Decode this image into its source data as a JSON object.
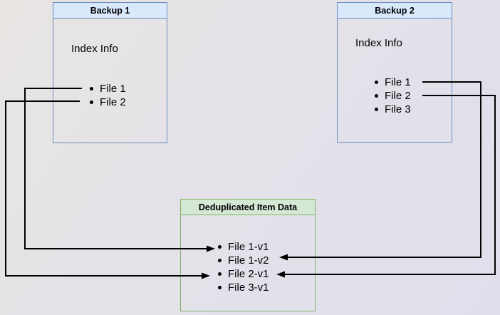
{
  "colors": {
    "background_top": "#e8e5e3",
    "background_bottom": "#dfdfec",
    "blue_border": "#6c8ebf",
    "blue_fill": "#dae8fc",
    "green_border": "#82b366",
    "green_fill": "#d5e8d4",
    "line": "#000000"
  },
  "backup1": {
    "title": "Backup 1",
    "section_label": "Index Info",
    "files": [
      "File 1",
      "File 2"
    ]
  },
  "backup2": {
    "title": "Backup 2",
    "section_label": "Index Info",
    "files": [
      "File 1",
      "File 2",
      "File 3"
    ]
  },
  "dedup": {
    "title": "Deduplicated Item Data",
    "items": [
      "File 1-v1",
      "File 1-v2",
      "File 2-v1",
      "File 3-v1"
    ]
  },
  "connections": [
    {
      "from": "backup1-file-1",
      "to": "dedup-file-1-v1"
    },
    {
      "from": "backup1-file-2",
      "to": "dedup-file-2-v1"
    },
    {
      "from": "backup2-file-1",
      "to": "dedup-file-1-v2"
    },
    {
      "from": "backup2-file-2",
      "to": "dedup-file-2-v1"
    }
  ]
}
